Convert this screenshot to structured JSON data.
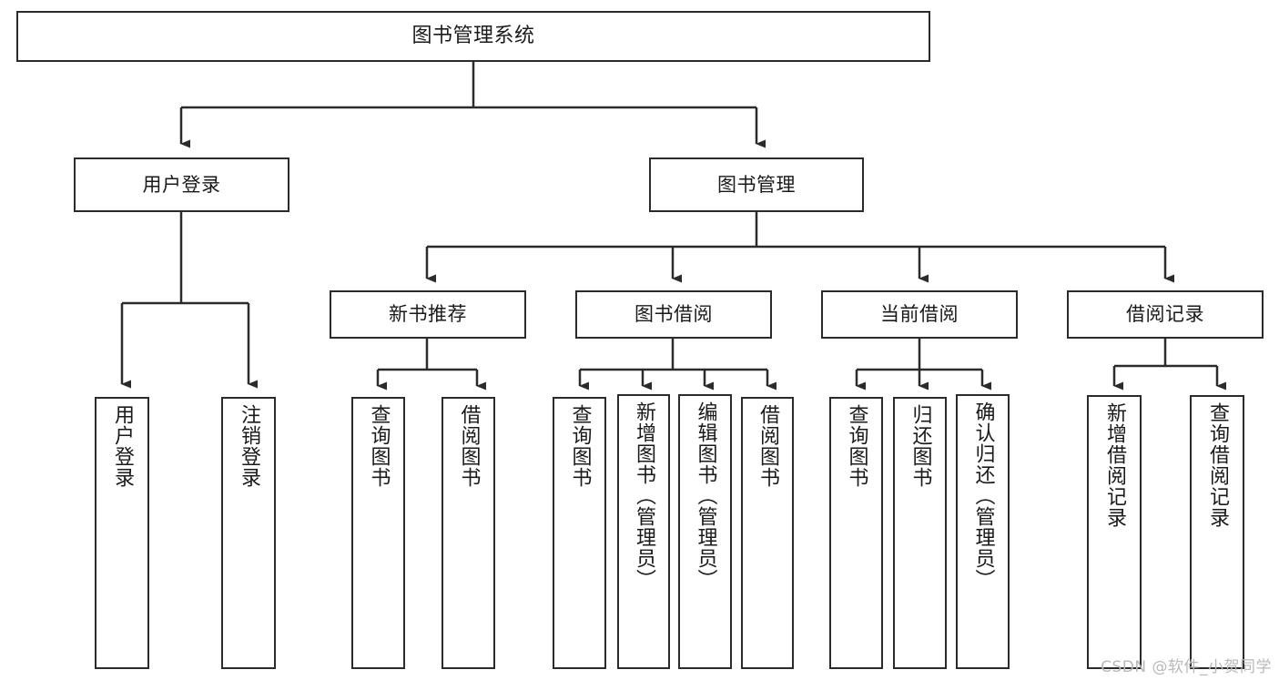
{
  "diagram": {
    "type": "tree-hierarchy",
    "title": "图书管理系统",
    "watermark": "CSDN @软件_小贺同学",
    "colors": {
      "stroke": "#2b2b2b",
      "fill": "#ffffff",
      "text": "#1a1a1a",
      "watermark": "#b9b9b9"
    },
    "levels": {
      "root": {
        "label": "图书管理系统"
      },
      "level2": [
        {
          "id": "user-login",
          "label": "用户登录"
        },
        {
          "id": "book-management",
          "label": "图书管理"
        }
      ],
      "level3": [
        {
          "id": "new-book-recommend",
          "label": "新书推荐",
          "parent": "book-management"
        },
        {
          "id": "book-borrow",
          "label": "图书借阅",
          "parent": "book-management"
        },
        {
          "id": "current-borrow",
          "label": "当前借阅",
          "parent": "book-management"
        },
        {
          "id": "borrow-record",
          "label": "借阅记录",
          "parent": "book-management"
        }
      ],
      "leaves": [
        {
          "id": "leaf-user-login",
          "label": "用户登录",
          "parent": "user-login"
        },
        {
          "id": "leaf-logout",
          "label": "注销登录",
          "parent": "user-login"
        },
        {
          "id": "leaf-query-book-1",
          "label": "查询图书",
          "parent": "new-book-recommend"
        },
        {
          "id": "leaf-borrow-book-1",
          "label": "借阅图书",
          "parent": "new-book-recommend"
        },
        {
          "id": "leaf-query-book-2",
          "label": "查询图书",
          "parent": "book-borrow"
        },
        {
          "id": "leaf-add-book",
          "label": "新增图书（管理员）",
          "parent": "book-borrow"
        },
        {
          "id": "leaf-edit-book",
          "label": "编辑图书（管理员）",
          "parent": "book-borrow"
        },
        {
          "id": "leaf-borrow-book-2",
          "label": "借阅图书",
          "parent": "book-borrow"
        },
        {
          "id": "leaf-query-book-3",
          "label": "查询图书",
          "parent": "current-borrow"
        },
        {
          "id": "leaf-return-book",
          "label": "归还图书",
          "parent": "current-borrow"
        },
        {
          "id": "leaf-confirm-return",
          "label": "确认归还（管理员）",
          "parent": "current-borrow"
        },
        {
          "id": "leaf-add-record",
          "label": "新增借阅记录",
          "parent": "borrow-record"
        },
        {
          "id": "leaf-query-record",
          "label": "查询借阅记录",
          "parent": "borrow-record"
        }
      ]
    }
  }
}
